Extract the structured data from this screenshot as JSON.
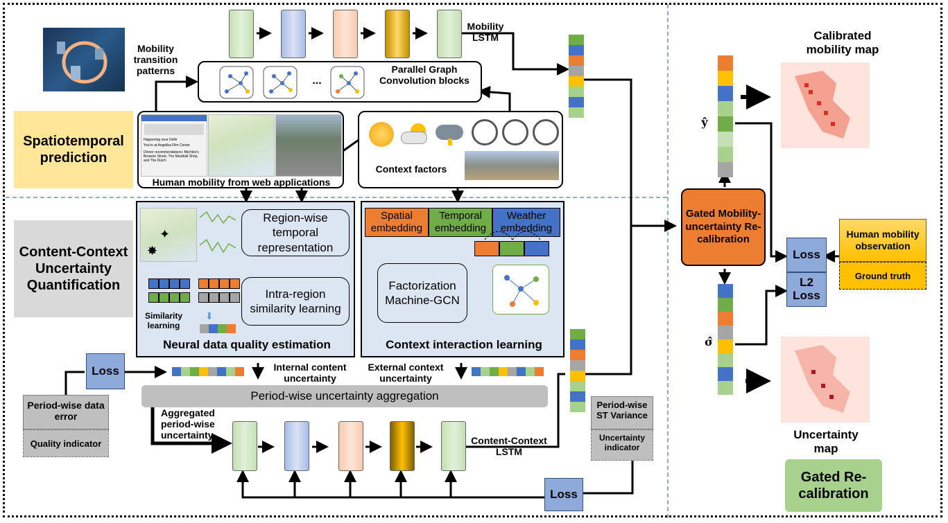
{
  "sections": {
    "spatiotemporal": "Spatiotemporal prediction",
    "uncertainty": "Content-Context Uncertainty Quantification",
    "gated": "Gated Re-calibration"
  },
  "top": {
    "mobility_transition": "Mobility transition patterns",
    "mobility_lstm": "Mobility LSTM",
    "pgc_blocks": "Parallel Graph Convolution blocks",
    "pgc_ellipsis": "...",
    "web_apps": "Human mobility from web applications",
    "context_factors": "Context factors",
    "web_snippet_1": "Happening near Delhi",
    "web_snippet_2": "You're at Angelika Film Center",
    "web_snippet_3": "Dinner recommendations: Bitchley's Brownie Street, The Meatball Shop, and The Dutch"
  },
  "neural": {
    "region_wise": "Region-wise temporal representation",
    "intra_region": "Intra-region similarity learning",
    "similarity_learning": "Similarity learning",
    "title": "Neural data quality estimation"
  },
  "context": {
    "spatial": "Spatial embedding",
    "temporal": "Temporal embedding",
    "weather": "Weather embedding",
    "fm_gcn": "Factorization Machine-GCN",
    "title": "Context interaction learning"
  },
  "bottom": {
    "loss_left": "Loss",
    "internal_uncertainty": "Internal content uncertainty",
    "external_uncertainty": "External context uncertainty",
    "aggregation": "Period-wise uncertainty aggregation",
    "aggregated": "Aggregated period-wise uncertainty",
    "cc_lstm": "Content-Context LSTM",
    "data_error": "Period-wise data error",
    "quality_indicator": "Quality indicator",
    "st_variance": "Period-wise ST Variance",
    "uncertainty_indicator": "Uncertainty indicator",
    "loss_bottom": "Loss"
  },
  "right": {
    "calibrated_map": "Calibrated mobility map",
    "y_hat": "ŷ",
    "sigma_hat": "σ̂",
    "gated_box": "Gated Mobility-uncertainty Re-calibration",
    "loss": "Loss",
    "l2_loss": "L2 Loss",
    "human_obs": "Human mobility observation",
    "ground_truth": "Ground truth",
    "uncertainty_map": "Uncertainty map"
  },
  "colors": {
    "orange": "#ed7d31",
    "green": "#70ad47",
    "blue": "#4472c4",
    "gray": "#a5a5a5",
    "yellow": "#ffc000",
    "light_green": "#a9d18e",
    "panel_blue": "#dce6f2",
    "loss_blue": "#8eaadb",
    "label_orange": "#ffe699",
    "label_gray": "#d9d9d9",
    "label_green": "#a9d18e"
  }
}
